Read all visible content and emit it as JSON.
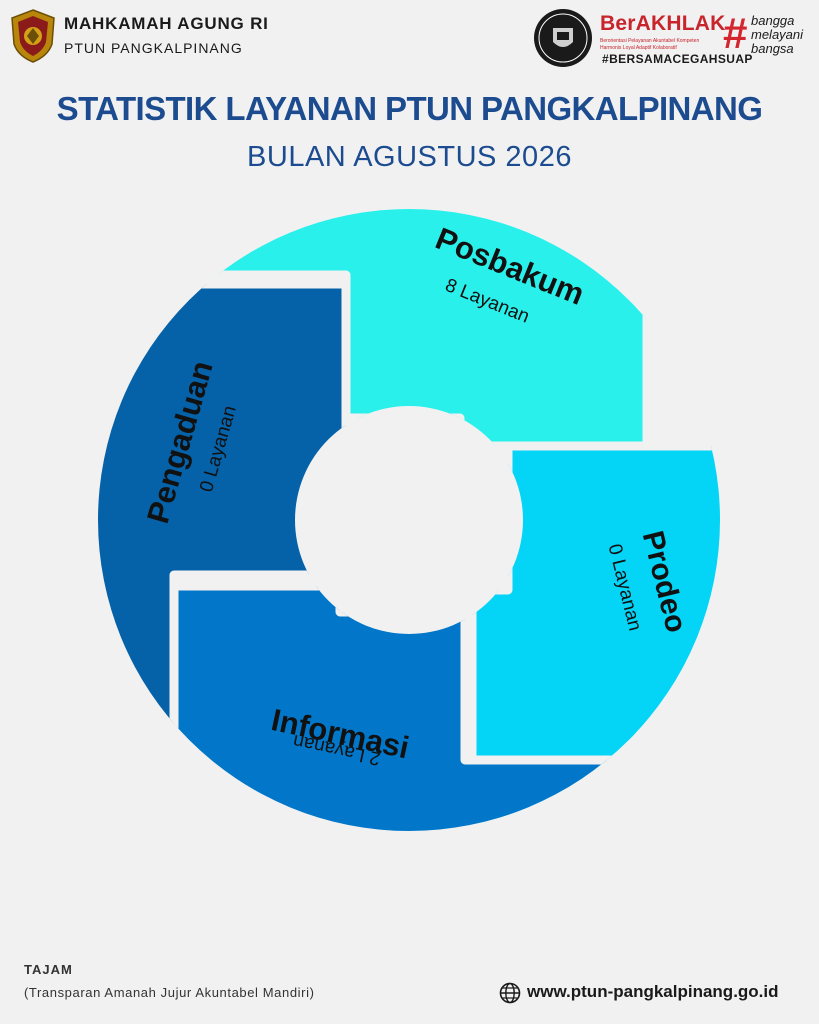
{
  "header": {
    "org_name": "MAHKAMAH AGUNG RI",
    "org_unit": "PTUN PANGKALPINANG",
    "berakhlak_title": "BerAKHLAK",
    "berakhlak_subtitle": "Berorientasi Pelayanan Akuntabel Kompeten Harmonis Loyal Adaptif Kolaboratif",
    "bangga_lines": [
      "bangga",
      "melayani",
      "bangsa"
    ],
    "hashtag": "#BERSAMACEGAHSUAP"
  },
  "title": "STATISTIK LAYANAN PTUN PANGKALPINANG",
  "subtitle": "BULAN AGUSTUS 2026",
  "services": [
    {
      "name": "Posbakum",
      "count_label": "8 Layanan",
      "color": "#2af0eb"
    },
    {
      "name": "Prodeo",
      "count_label": "0 Layanan",
      "color": "#04d4f6"
    },
    {
      "name": "Informasi",
      "count_label": "2 Layanan",
      "color": "#0277c9"
    },
    {
      "name": "Pengaduan",
      "count_label": "0 Layanan",
      "color": "#0562a9"
    }
  ],
  "footer": {
    "label": "TAJAM",
    "sub": "(Transparan Amanah Jujur Akuntabel Mandiri)",
    "website": "www.ptun-pangkalpinang.go.id"
  },
  "icons": {
    "logo": "mahkamah-agung-emblem-icon",
    "zi_badge": "zona-integritas-badge-icon",
    "web": "globe-icon"
  }
}
